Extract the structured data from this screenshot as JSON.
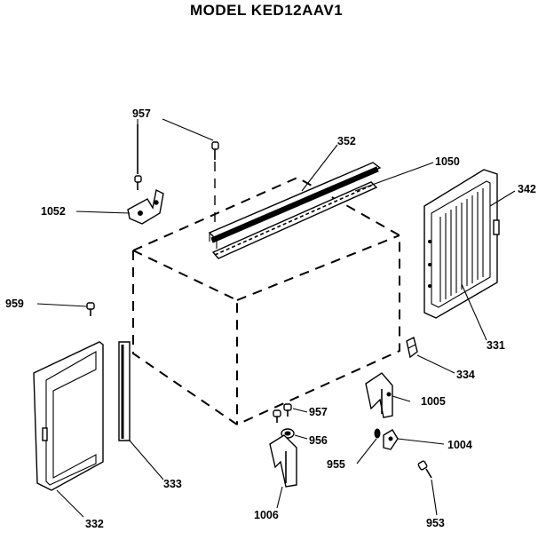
{
  "diagram": {
    "title": "MODEL KED12AAV1",
    "parts": [
      {
        "id": "957a",
        "label": "957"
      },
      {
        "id": "352",
        "label": "352"
      },
      {
        "id": "1050",
        "label": "1050"
      },
      {
        "id": "342",
        "label": "342"
      },
      {
        "id": "1052",
        "label": "1052"
      },
      {
        "id": "959",
        "label": "959"
      },
      {
        "id": "331",
        "label": "331"
      },
      {
        "id": "334",
        "label": "334"
      },
      {
        "id": "1005",
        "label": "1005"
      },
      {
        "id": "957b",
        "label": "957"
      },
      {
        "id": "956",
        "label": "956"
      },
      {
        "id": "1004",
        "label": "1004"
      },
      {
        "id": "955",
        "label": "955"
      },
      {
        "id": "333",
        "label": "333"
      },
      {
        "id": "332",
        "label": "332"
      },
      {
        "id": "1006",
        "label": "1006"
      },
      {
        "id": "953",
        "label": "953"
      }
    ]
  }
}
